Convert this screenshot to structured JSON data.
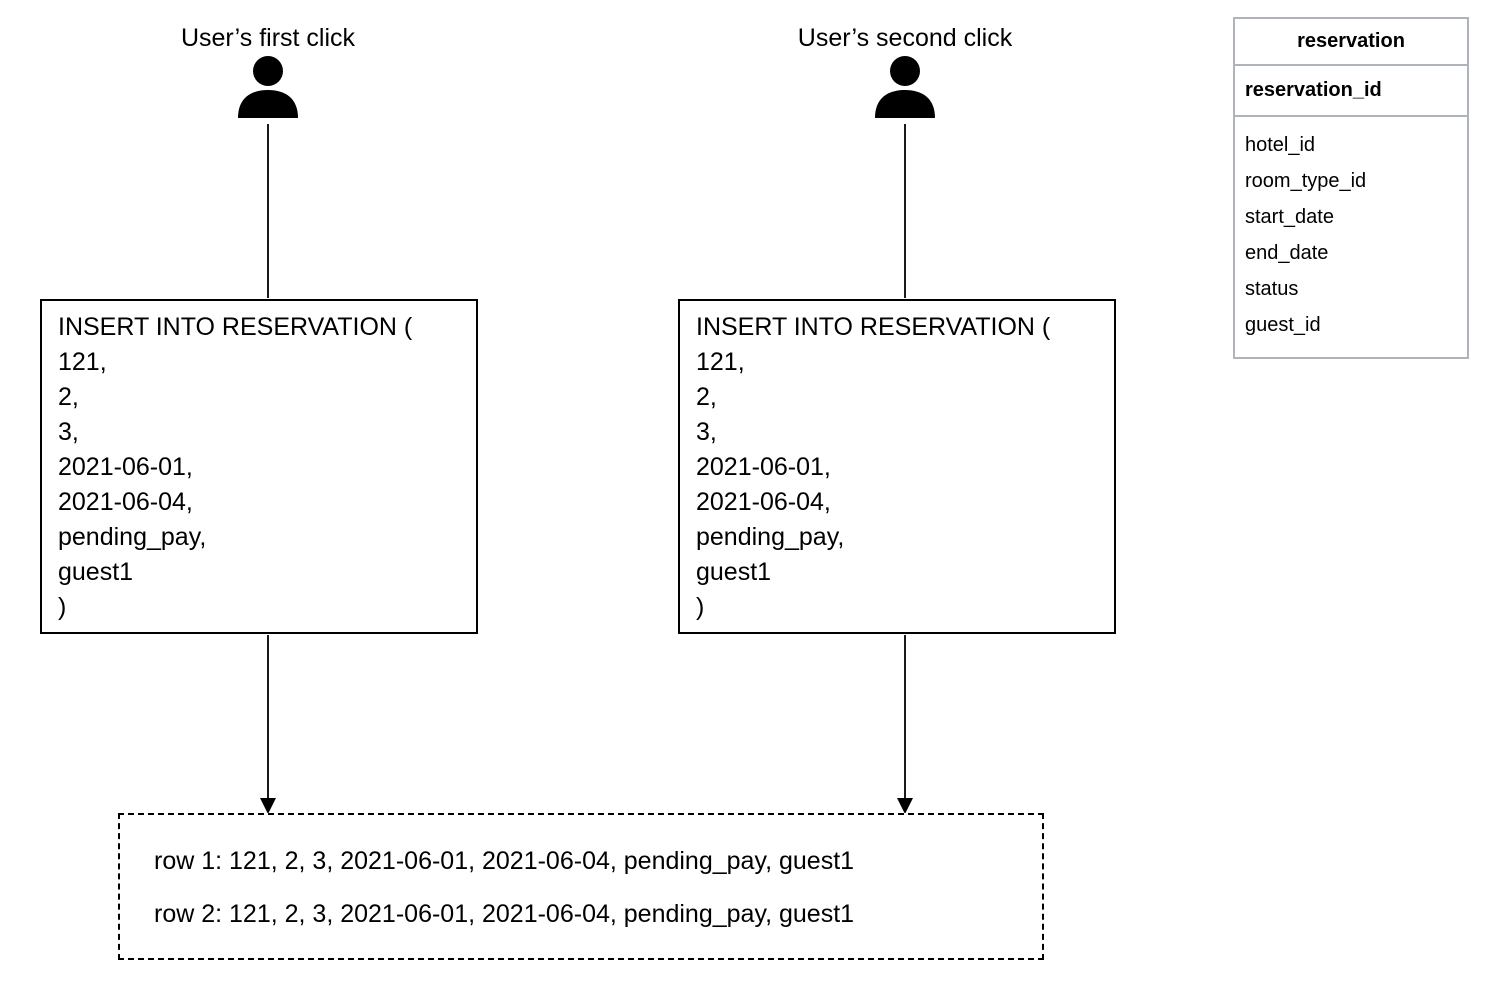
{
  "actors": [
    {
      "label": "User’s first click"
    },
    {
      "label": "User’s second click"
    }
  ],
  "queries": [
    {
      "sql": "INSERT INTO RESERVATION (\n121,\n2,\n3,\n2021-06-01,\n2021-06-04,\npending_pay,\nguest1\n)"
    },
    {
      "sql": "INSERT INTO RESERVATION (\n121,\n2,\n3,\n2021-06-01,\n2021-06-04,\npending_pay,\nguest1\n)"
    }
  ],
  "result": {
    "rows": [
      "row 1: 121, 2, 3, 2021-06-01, 2021-06-04, pending_pay, guest1",
      "row 2: 121, 2, 3, 2021-06-01, 2021-06-04, pending_pay, guest1"
    ]
  },
  "schema": {
    "table_name": "reservation",
    "primary_key": "reservation_id",
    "fields": [
      "hotel_id",
      "room_type_id",
      "start_date",
      "end_date",
      "status",
      "guest_id"
    ]
  },
  "colors": {
    "line": "#000000",
    "box_border": "#000000",
    "schema_border": "#aeb4ba"
  }
}
